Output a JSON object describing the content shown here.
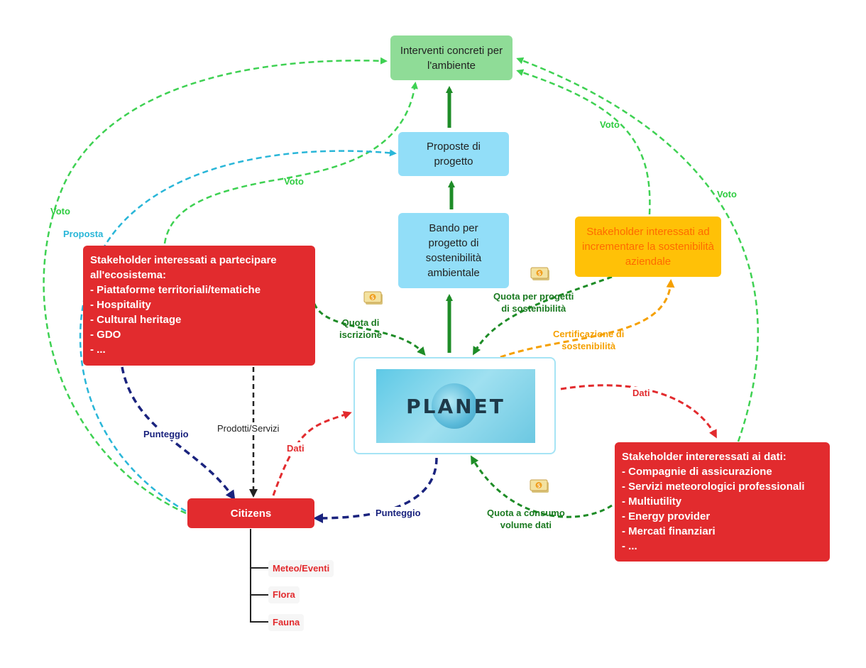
{
  "nodes": {
    "interventi": "Interventi concreti per l'ambiente",
    "proposte": "Proposte di progetto",
    "bando": "Bando per progetto di sostenibilità ambientale",
    "stake_aziendale": "Stakeholder interessati ad incrementare la sostenibilità aziendale",
    "stake_ecosistema": {
      "title": "Stakeholder interessati  a partecipare all'ecosistema:",
      "items": [
        "- Piattaforme territoriali/tematiche",
        "- Hospitality",
        "- Cultural heritage",
        "- GDO",
        "- ..."
      ]
    },
    "stake_dati": {
      "title": "Stakeholder intereressati ai dati:",
      "items": [
        "- Compagnie di assicurazione",
        "- Servizi meteorologici professionali",
        "- Multiutility",
        "- Energy provider",
        "- Mercati finanziari",
        "- ..."
      ]
    },
    "citizens": "Citizens",
    "planet_logo": "PLANET",
    "leaves": [
      "Meteo/Eventi",
      "Flora",
      "Fauna"
    ]
  },
  "edge_labels": {
    "voto_left": "Voto",
    "proposta": "Proposta",
    "voto_center": "Voto",
    "voto_right_top": "Voto",
    "voto_right": "Voto",
    "quota_iscrizione_1": "Quota di",
    "quota_iscrizione_2": "iscrizione",
    "quota_progetti_1": "Quota per progetti",
    "quota_progetti_2": "di sostenibilità",
    "certificazione_1": "Certificazione di",
    "certificazione_2": "sostenibilità",
    "dati_right": "Dati",
    "dati_left": "Dati",
    "punteggio_left": "Punteggio",
    "punteggio_bottom": "Punteggio",
    "prodotti": "Prodotti/Servizi",
    "quota_consumo_1": "Quota a consumo",
    "quota_consumo_2": "volume dati"
  },
  "colors": {
    "green_node": "#8fdc97",
    "blue_node": "#92def8",
    "orange_node": "#ffc107",
    "red_node": "#e22b2e",
    "arrow_green": "#1e8c27",
    "dashed_lightgreen": "#3ed152",
    "dashed_cyan": "#29b6d8",
    "dashed_navy": "#1a237e",
    "dashed_red": "#e22b2e",
    "dashed_amber": "#f5a000"
  },
  "icons": [
    "money-icon"
  ]
}
